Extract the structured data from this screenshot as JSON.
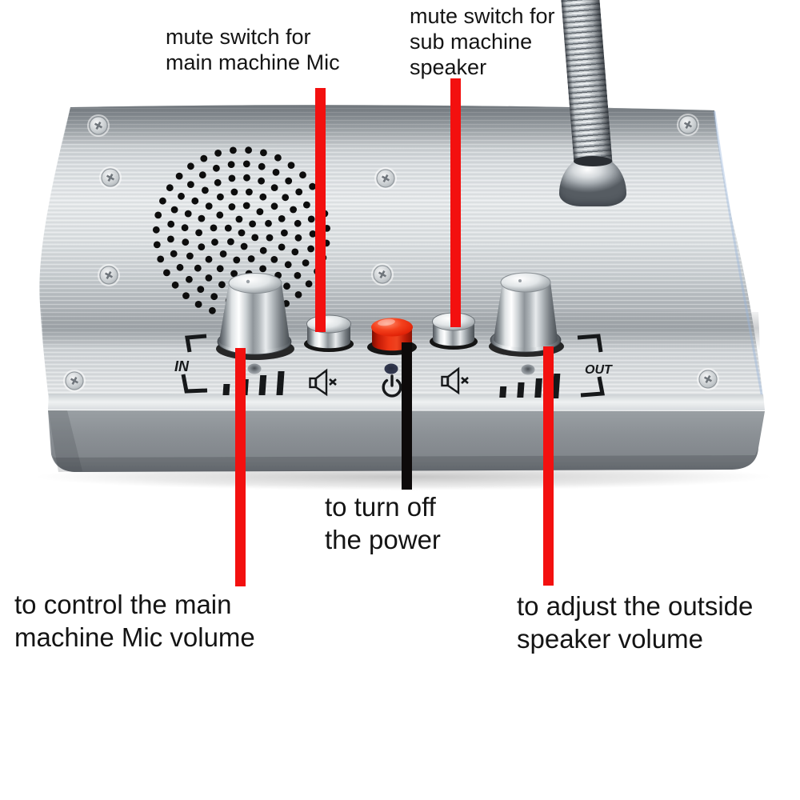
{
  "figure": {
    "background_color": "#ffffff",
    "callout_line_colors": {
      "red": "#f3100f",
      "black": "#0d0a0a"
    },
    "callouts": {
      "mute_main": "mute switch for\nmain machine Mic",
      "mute_sub": "mute switch for\nsub machine\nspeaker",
      "power": "to turn off\nthe power",
      "in_volume": "to control the main\nmachine Mic volume",
      "out_volume": "to adjust the outside\nspeaker volume"
    },
    "device": {
      "panel_labels": {
        "in": "IN",
        "out": "OUT"
      },
      "icons": [
        "mute-speaker-icon",
        "power-icon",
        "mute-speaker-icon"
      ],
      "power_button_color": "#e8250e",
      "body_metal_color": "#d7dadc",
      "front_face_color": "#8b9095"
    }
  }
}
